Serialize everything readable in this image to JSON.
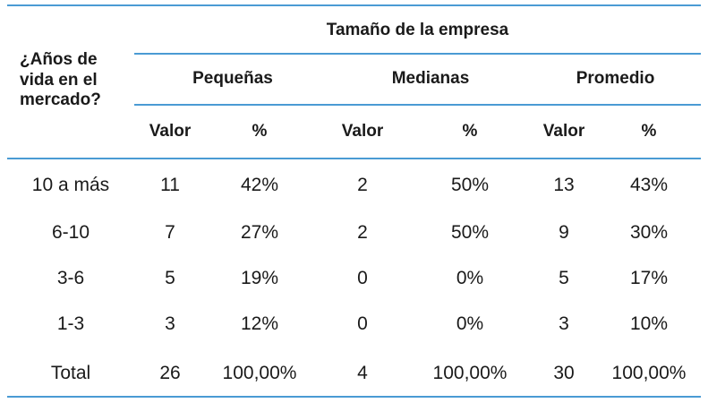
{
  "table": {
    "row_header": "¿Años de vida en el mercado?",
    "group_title": "Tamaño de la empresa",
    "groups": [
      "Pequeñas",
      "Medianas",
      "Promedio"
    ],
    "subheaders": [
      "Valor",
      "%",
      "Valor",
      "%",
      "Valor",
      "%"
    ],
    "rows": [
      {
        "label": "10 a más",
        "cells": [
          "11",
          "42%",
          "2",
          "50%",
          "13",
          "43%"
        ]
      },
      {
        "label": "6-10",
        "cells": [
          "7",
          "27%",
          "2",
          "50%",
          "9",
          "30%"
        ]
      },
      {
        "label": "3-6",
        "cells": [
          "5",
          "19%",
          "0",
          "0%",
          "5",
          "17%"
        ]
      },
      {
        "label": "1-3",
        "cells": [
          "3",
          "12%",
          "0",
          "0%",
          "3",
          "10%"
        ]
      },
      {
        "label": "Total",
        "cells": [
          "26",
          "100,00%",
          "4",
          "100,00%",
          "30",
          "100,00%"
        ]
      }
    ],
    "line_color": "#4a9bd4"
  }
}
